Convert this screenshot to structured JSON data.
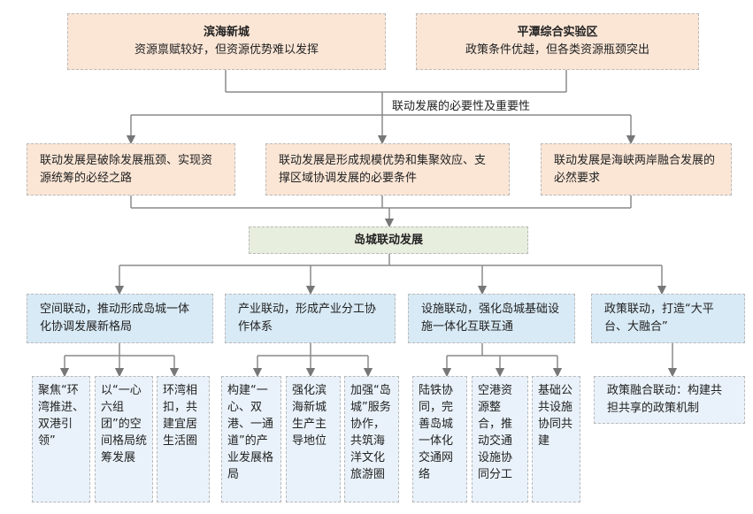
{
  "top": {
    "binhai": {
      "title": "滨海新城",
      "desc": "资源禀赋较好，但资源优势难以发挥"
    },
    "pingtan": {
      "title": "平潭综合实验区",
      "desc": "政策条件优越，但各类资源瓶颈突出"
    }
  },
  "necessity_label": "联动发展的必要性及重要性",
  "reasons": [
    "联动发展是破除发展瓶颈、实现资源统筹的必经之路",
    "联动发展是形成规模优势和集聚效应、支撑区域协调发展的必要条件",
    "联动发展是海峡两岸融合发展的必然要求"
  ],
  "center": "岛城联动发展",
  "branches": [
    {
      "title": "空间联动，推动形成岛城一体化协调发展新格局",
      "subs": [
        "聚焦“环湾推进、双港引领”",
        "以“一心六组团”的空间格局统筹发展",
        "环湾相扣，共建宜居生活圈"
      ]
    },
    {
      "title": "产业联动，形成产业分工协作体系",
      "subs": [
        "构建“一心、双港、一通道”的产业发展格局",
        "强化滨海新城生产主导地位",
        "加强“岛城”服务协作，共筑海洋文化旅游圈"
      ]
    },
    {
      "title": "设施联动，强化岛城基础设施一体化互联互通",
      "subs": [
        "陆铁协同，完善岛城一体化交通网络",
        "空港资源整合，推动交通设施协同分工",
        "基础公共设施协同共建"
      ]
    },
    {
      "title": "政策联动，打造“大平台、大融合”",
      "subs": [
        "政策融合联动：构建共担共享的政策机制"
      ]
    }
  ]
}
